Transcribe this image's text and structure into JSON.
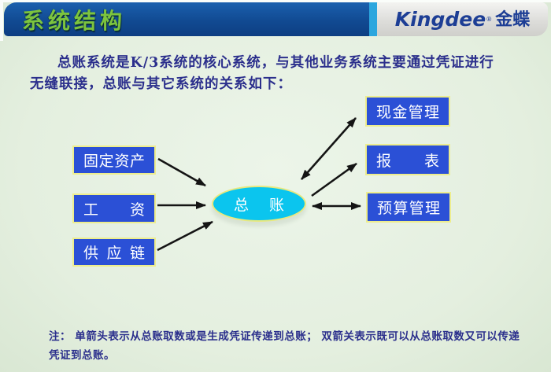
{
  "page": {
    "background_color": "#e4efdf",
    "kind": "presentation-slide"
  },
  "header": {
    "title": "系统结构",
    "title_color": "#7cc43e",
    "bar_color": "#114a92",
    "stripe_color": "#2ba6de",
    "logo": {
      "brand_en": "Kingdee",
      "mark": "®",
      "brand_zh": "金蝶",
      "text_color": "#1d3e95",
      "panel_color": "#dddddA"
    }
  },
  "intro": {
    "line1": "总账系统是K/3系统的核心系统，与其他业务系统主要通过凭证进行",
    "line2": "无缝联接，总账与其它系统的关系如下：",
    "text_color": "#2b2f8c"
  },
  "diagram": {
    "center": {
      "label": "总账",
      "fill": "#0bc5ee",
      "border": "#e9e97e"
    },
    "node_fill": "#2b50d6",
    "node_border": "#eded8e",
    "arrow_color": "#141414",
    "left_nodes": [
      {
        "label": "固定资产"
      },
      {
        "label": "工资"
      },
      {
        "label": "供应链"
      }
    ],
    "right_nodes": [
      {
        "label": "现金管理"
      },
      {
        "label": "报表"
      },
      {
        "label": "预算管理"
      }
    ],
    "arrows": [
      {
        "from": "固定资产",
        "to": "总账",
        "double": false
      },
      {
        "from": "工资",
        "to": "总账",
        "double": false
      },
      {
        "from": "供应链",
        "to": "总账",
        "double": false
      },
      {
        "from": "总账",
        "to": "现金管理",
        "double": true
      },
      {
        "from": "总账",
        "to": "报表",
        "double": false
      },
      {
        "from": "总账",
        "to": "预算管理",
        "double": true
      }
    ]
  },
  "note": {
    "line1": "注： 单箭头表示从总账取数或是生成凭证传递到总账； 双箭关表示既可以从总账取数又可以传递",
    "line2": "凭证到总账。"
  }
}
